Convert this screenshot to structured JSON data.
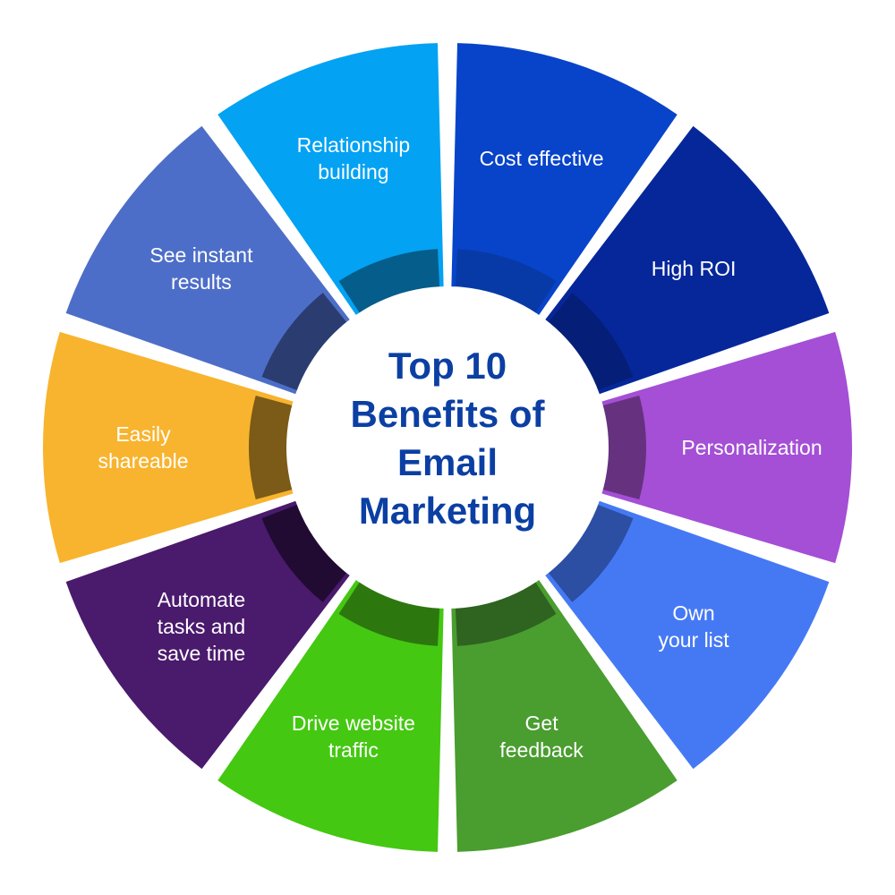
{
  "title_lines": [
    "Top 10",
    "Benefits of",
    "Email",
    "Marketing"
  ],
  "segments": [
    {
      "label": "Cost effective",
      "color": "#0844c9",
      "ring": "#073aa6"
    },
    {
      "label": "High ROI",
      "color": "#06279a",
      "ring": "#051f78"
    },
    {
      "label": "Personalization",
      "color": "#a44fd6",
      "ring": "#66317f"
    },
    {
      "label": "Own\nyour list",
      "color": "#4579f4",
      "ring": "#2c4ea3"
    },
    {
      "label": "Get\nfeedback",
      "color": "#4a9d2f",
      "ring": "#2e6320"
    },
    {
      "label": "Drive website\ntraffic",
      "color": "#44c811",
      "ring": "#2d770f"
    },
    {
      "label": "Automate\ntasks and\nsave time",
      "color": "#4a1a6d",
      "ring": "#210b33"
    },
    {
      "label": "Easily\nshareable",
      "color": "#f8b42e",
      "ring": "#7c5a17"
    },
    {
      "label": "See instant\nresults",
      "color": "#4d6ec8",
      "ring": "#2b3d70"
    },
    {
      "label": "Relationship\nbuilding",
      "color": "#03a2f3",
      "ring": "#045d8a"
    }
  ]
}
